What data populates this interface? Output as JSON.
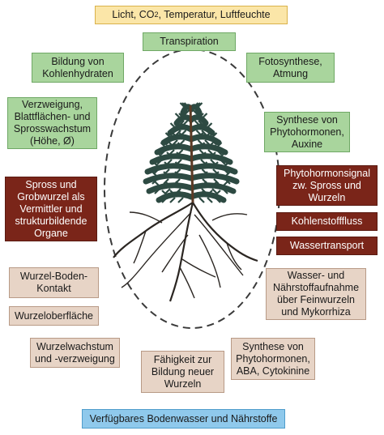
{
  "top": {
    "environment_pre": "Licht, CO",
    "environment_sub": "2",
    "environment_post": ", Temperatur, Luftfeuchte"
  },
  "green": {
    "transpiration": "Transpiration",
    "kohlenhydrate": "Bildung von\nKohlenhydraten",
    "fotosynthese": "Fotosynthese,\nAtmung",
    "verzweigung": "Verzweigung,\nBlattflächen- und\nSprosswachstum\n(Höhe, Ø)",
    "phytohormone_auxine": "Synthese von\nPhytohormonen,\nAuxine"
  },
  "brown": {
    "spross_grobwurzel": "Spross und\nGrobwurzel als\nVermittler und\nstrukturbildende\nOrgane",
    "phytohormonsignal": "Phytohormonsignal\nzw. Spross und\nWurzeln",
    "kohlenstofffluss": "Kohlenstofffluss",
    "wassertransport": "Wassertransport"
  },
  "beige": {
    "wurzel_boden": "Wurzel-Boden-\nKontakt",
    "wurzeloberflaeche": "Wurzeloberfläche",
    "wasseraufnahme": "Wasser- und\nNährstoffaufnahme\nüber Feinwurzeln\nund Mykorrhiza",
    "wurzelwachstum": "Wurzelwachstum\nund -verzweigung",
    "neue_wurzeln": "Fähigkeit zur\nBildung neuer\nWurzeln",
    "aba_cytokinine": "Synthese von\nPhytohormonen,\nABA, Cytokinine"
  },
  "bottom": {
    "bodenwasser": "Verfügbares Bodenwasser und Nährstoffe"
  },
  "colors": {
    "yellow": "#fbe6a8",
    "green": "#a9d59d",
    "brown": "#7a2519",
    "beige": "#e7d4c6",
    "blue": "#8fc9ec",
    "foliage": "#2d4a42",
    "roots": "#2b2622"
  }
}
